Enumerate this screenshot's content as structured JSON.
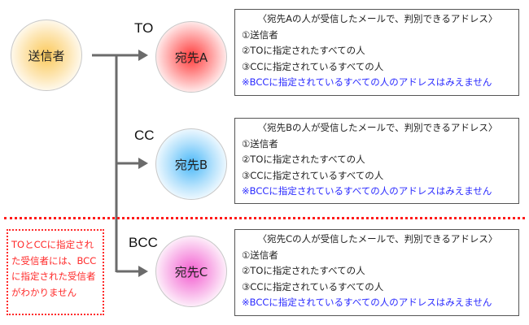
{
  "diagram": {
    "sender": {
      "label": "送信者",
      "color": "#fbc95a"
    },
    "recipients": [
      {
        "label": "宛先A",
        "field": "TO",
        "color": "#ff3b3b",
        "box": {
          "title": "〈宛先Aの人が受信したメールで、判別できるアドレス〉",
          "items": [
            "①送信者",
            "②TOに指定されたすべての人",
            "③CCに指定されているすべての人"
          ],
          "note": "※BCCに指定されているすべての人のアドレスはみえません"
        }
      },
      {
        "label": "宛先B",
        "field": "CC",
        "color": "#4ab8f8",
        "box": {
          "title": "〈宛先Bの人が受信したメールで、判別できるアドレス〉",
          "items": [
            "①送信者",
            "②TOに指定されたすべての人",
            "③CCに指定されているすべての人"
          ],
          "note": "※BCCに指定されているすべての人のアドレスはみえません"
        }
      },
      {
        "label": "宛先C",
        "field": "BCC",
        "color": "#f35fd0",
        "box": {
          "title": "〈宛先Cの人が受信したメールで、判別できるアドレス〉",
          "items": [
            "①送信者",
            "②TOに指定されたすべての人",
            "③CCに指定されているすべての人"
          ],
          "note": "※BCCに指定されているすべての人のアドレスはみえません"
        }
      }
    ],
    "side_note": {
      "lines": [
        "TOとCCに指定され",
        "た受信者には、BCC",
        "に指定された受信者",
        "がわかりません"
      ],
      "color": "#ff2a2a"
    },
    "note_color": "#2a2aff",
    "divider_color": "#ff1a1a",
    "arrow_color": "#6b6b6b"
  }
}
